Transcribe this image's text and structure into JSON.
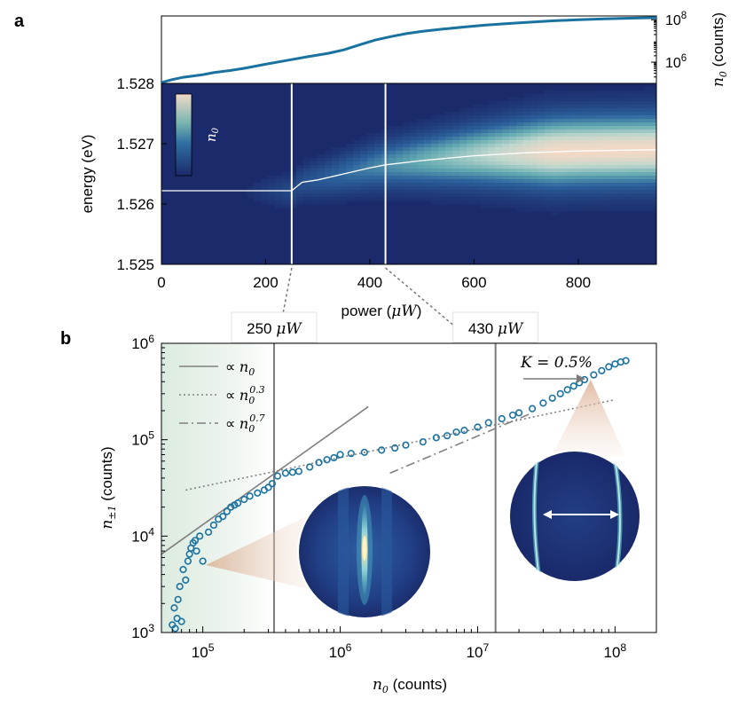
{
  "chart_data": [
    {
      "panel": "a",
      "type": "line",
      "ylabel": "n0 (counts)",
      "yscale": "log",
      "ylim": [
        100000,
        150000000
      ],
      "yticks": [
        {
          "value": 100000000,
          "base": "10",
          "exp": "8"
        },
        {
          "value": 1000000,
          "base": "10",
          "exp": "6"
        }
      ],
      "xlim": [
        0,
        950
      ],
      "series": [
        {
          "color": "#1a72a0",
          "x": [
            0,
            20,
            40,
            60,
            80,
            100,
            130,
            160,
            200,
            240,
            280,
            320,
            350,
            380,
            410,
            440,
            470,
            500,
            540,
            580,
            620,
            660,
            700,
            750,
            800,
            850,
            900,
            950
          ],
          "y": [
            110000,
            150000,
            190000,
            220000,
            260000,
            320000,
            400000,
            520000,
            800000,
            1200000,
            1800000,
            2600000,
            3800000,
            6500000,
            11000000,
            16000000,
            22000000,
            28000000,
            36000000,
            45000000,
            55000000,
            65000000,
            75000000,
            88000000,
            100000000,
            110000000,
            118000000,
            125000000
          ]
        }
      ]
    },
    {
      "panel": "a",
      "type": "heatmap",
      "xlabel_prefix": "power (",
      "xlabel_unit": "μW",
      "xlabel_suffix": ")",
      "ylabel": "energy (eV)",
      "xlim": [
        0,
        950
      ],
      "ylim": [
        1.525,
        1.528
      ],
      "xticks": [
        "0",
        "200",
        "400",
        "600",
        "800"
      ],
      "yticks": [
        "1.525",
        "1.526",
        "1.527",
        "1.528"
      ],
      "colorbar_label": "n0",
      "markers": [
        250,
        430
      ],
      "peak_energy": {
        "x": [
          0,
          240,
          250,
          270,
          300,
          350,
          400,
          430,
          500,
          600,
          700,
          800,
          950
        ],
        "y": [
          1.52622,
          1.52622,
          1.52622,
          1.52636,
          1.5264,
          1.5265,
          1.5266,
          1.52665,
          1.52672,
          1.5268,
          1.52685,
          1.52688,
          1.5269
        ]
      }
    },
    {
      "panel": "b",
      "type": "scatter",
      "xlabel": "n0 (counts)",
      "ylabel": "n±1 (counts)",
      "xscale": "log",
      "yscale": "log",
      "xlim": [
        50000,
        200000000
      ],
      "ylim": [
        1000,
        1000000
      ],
      "xticks": [
        {
          "value": 100000,
          "base": "10",
          "exp": "5"
        },
        {
          "value": 1000000,
          "base": "10",
          "exp": "6"
        },
        {
          "value": 10000000,
          "base": "10",
          "exp": "7"
        },
        {
          "value": 100000000,
          "base": "10",
          "exp": "8"
        }
      ],
      "yticks": [
        {
          "value": 1000,
          "base": "10",
          "exp": "3"
        },
        {
          "value": 10000,
          "base": "10",
          "exp": "4"
        },
        {
          "value": 100000,
          "base": "10",
          "exp": "5"
        },
        {
          "value": 1000000,
          "base": "10",
          "exp": "6"
        }
      ],
      "markers": [
        {
          "value": 330000,
          "label": "250 μW"
        },
        {
          "value": 13500000,
          "label": "430 μW"
        }
      ],
      "annotation": "K = 0.5%",
      "legend": {
        "placement": "top-left",
        "entries": [
          {
            "style": "solid",
            "prefix": "∝ ",
            "var": "n",
            "sub": "0",
            "sup": ""
          },
          {
            "style": "dotted",
            "prefix": "∝ ",
            "var": "n",
            "sub": "0",
            "sup": "0.3"
          },
          {
            "style": "dashdot",
            "prefix": "∝ ",
            "var": "n",
            "sub": "0",
            "sup": "0.7"
          }
        ]
      },
      "series": [
        {
          "style": "markers",
          "color": "#1a72a0",
          "x": [
            60000,
            62000,
            63000,
            65000,
            66000,
            68000,
            70000,
            72000,
            75000,
            78000,
            80000,
            82000,
            85000,
            88000,
            90000,
            95000,
            100000,
            110000,
            120000,
            130000,
            140000,
            150000,
            160000,
            170000,
            180000,
            200000,
            220000,
            250000,
            280000,
            300000,
            320000,
            350000,
            400000,
            450000,
            500000,
            600000,
            700000,
            800000,
            900000,
            1000000,
            1200000,
            1500000,
            2000000,
            2500000,
            3000000,
            4000000,
            5000000,
            6000000,
            7000000,
            8000000,
            10000000,
            12000000,
            15000000,
            18000000,
            20000000,
            25000000,
            30000000,
            35000000,
            40000000,
            45000000,
            50000000,
            55000000,
            60000000,
            70000000,
            80000000,
            90000000,
            100000000,
            110000000,
            120000000
          ],
          "y": [
            1200,
            1800,
            1100,
            1400,
            2200,
            3000,
            1300,
            4500,
            3500,
            5500,
            6500,
            7500,
            8500,
            9000,
            7000,
            10000,
            5500,
            11000,
            13000,
            15000,
            16000,
            18000,
            20000,
            21000,
            22000,
            24000,
            26000,
            28000,
            30000,
            32000,
            35000,
            42000,
            45000,
            46000,
            47000,
            52000,
            58000,
            62000,
            65000,
            70000,
            72000,
            74000,
            78000,
            82000,
            88000,
            95000,
            105000,
            110000,
            120000,
            125000,
            135000,
            150000,
            165000,
            180000,
            190000,
            210000,
            240000,
            270000,
            300000,
            330000,
            360000,
            390000,
            420000,
            470000,
            520000,
            570000,
            610000,
            640000,
            660000
          ]
        },
        {
          "name": "∝ n0",
          "style": "solid",
          "x": [
            50000,
            1600000
          ],
          "y": [
            6500,
            220000
          ]
        },
        {
          "name": "∝ n0^0.3",
          "style": "dotted",
          "x": [
            75000,
            100000000
          ],
          "y": [
            30000,
            260000
          ]
        },
        {
          "name": "∝ n0^0.7",
          "style": "dashdot",
          "x": [
            2300000,
            25000000
          ],
          "y": [
            45000,
            190000
          ]
        }
      ]
    }
  ],
  "panel_labels": [
    "a",
    "b"
  ],
  "colors": {
    "accent": "#1a72a0",
    "heatmap_low": "#1b2a6b",
    "heatmap_high": "#f2d9c6",
    "marker_line": "#7a7a7a",
    "shade": "#e3efe6"
  }
}
